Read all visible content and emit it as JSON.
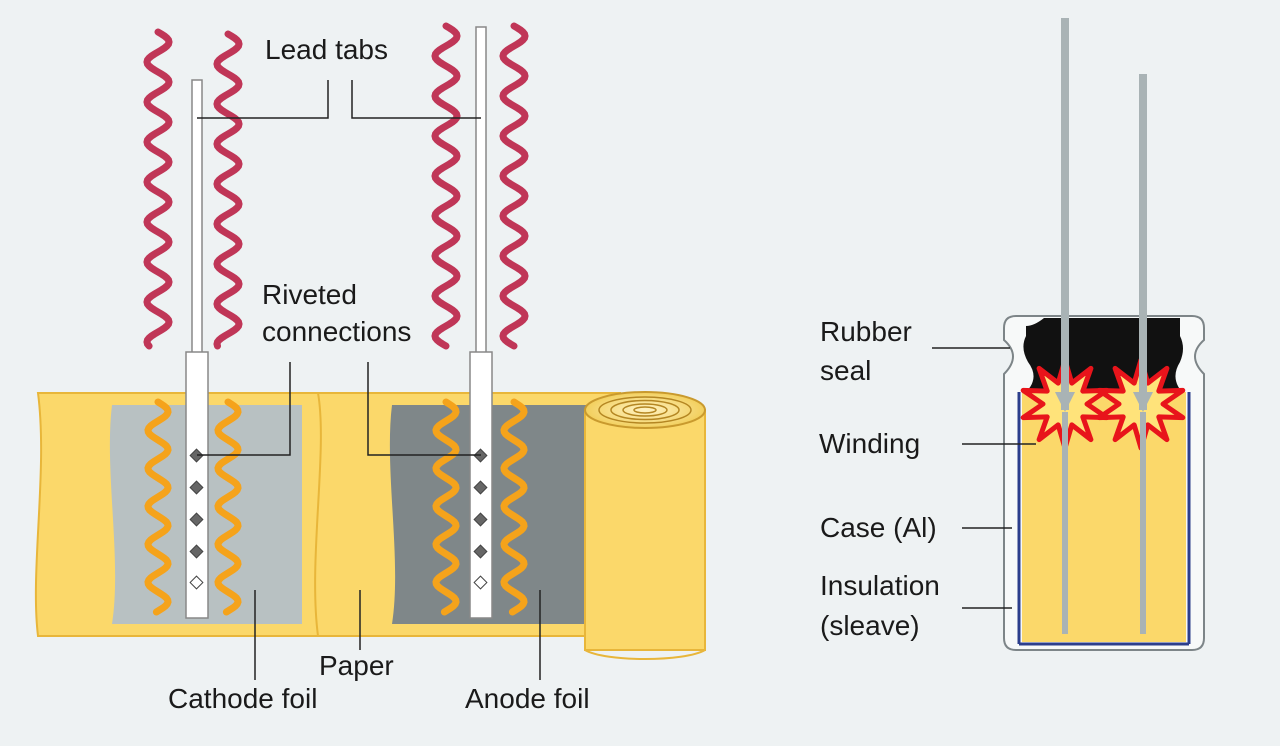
{
  "diagram": {
    "labels": {
      "lead_tabs": "Lead tabs",
      "riveted_1": "Riveted",
      "riveted_2": "connections",
      "paper": "Paper",
      "cathode_foil": "Cathode foil",
      "anode_foil": "Anode foil",
      "rubber_1": "Rubber",
      "rubber_2": "seal",
      "winding": "Winding",
      "case": "Case (Al)",
      "insulation_1": "Insulation",
      "insulation_2": "(sleave)"
    },
    "colors": {
      "background": "#eef2f3",
      "paper_yellow": "#fbd86a",
      "paper_edge": "#e8b63a",
      "cathode_foil": "#b8c1c2",
      "anode_foil": "#7f8789",
      "heat_wave_hot": "#c03657",
      "heat_wave_warm": "#f5a31b",
      "rubber_seal": "#111111",
      "hotspot_red": "#e8141b",
      "sleeve_blue": "#2c3e8c",
      "lead_wire": "#a9b3b5"
    }
  }
}
